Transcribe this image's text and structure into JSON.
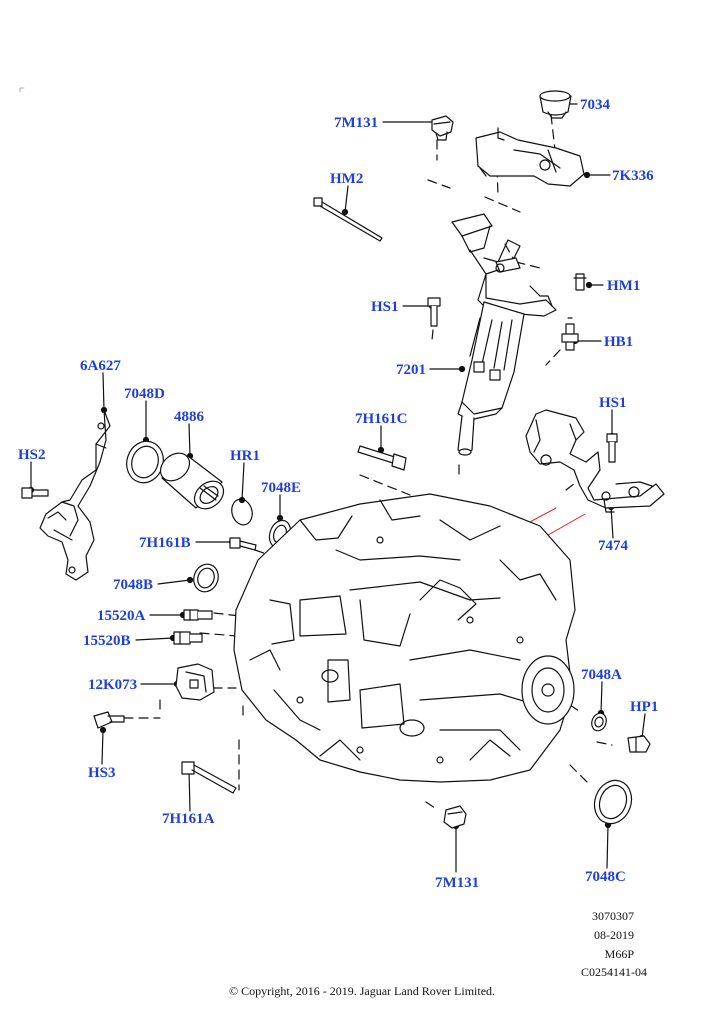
{
  "diagram": {
    "callouts": {
      "c7034": "7034",
      "c7M131_top": "7M131",
      "c7K336": "7K336",
      "cHM2": "HM2",
      "cHM1": "HM1",
      "cHS1_top": "HS1",
      "cHB1": "HB1",
      "c7201": "7201",
      "c6A627": "6A627",
      "c7048D": "7048D",
      "c4886": "4886",
      "c7H161C": "7H161C",
      "cHS1_right": "HS1",
      "cHS2": "HS2",
      "cHR1": "HR1",
      "c7048E": "7048E",
      "c7H161B": "7H161B",
      "c7474": "7474",
      "c7048B": "7048B",
      "c15520A": "15520A",
      "c15520B": "15520B",
      "c12K073": "12K073",
      "c7048A": "7048A",
      "cHP1": "HP1",
      "cHS3": "HS3",
      "c7H161A": "7H161A",
      "c7M131_bottom": "7M131",
      "c7048C": "7048C"
    },
    "meta": {
      "id": "3070307",
      "date": "08-2019",
      "model": "M66P",
      "ref": "C0254141-04"
    },
    "copyright": "© Copyright, 2016 - 2019. Jaguar Land Rover Limited.",
    "colors": {
      "label": "#1f3fd6",
      "line": "#111111",
      "highlight": "#e02020"
    }
  }
}
